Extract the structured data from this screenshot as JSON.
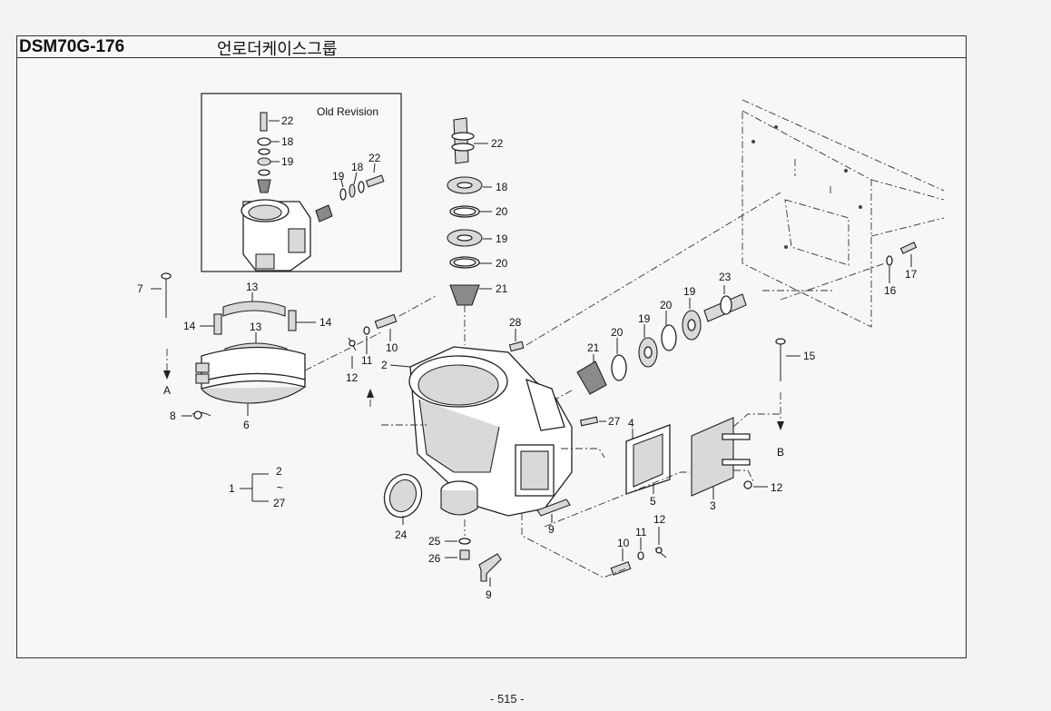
{
  "header": {
    "part_code": "DSM70G-176",
    "group_name": "언로더케이스그룹"
  },
  "inset": {
    "title": "Old Revision",
    "labels": [
      "22",
      "18",
      "19",
      "19",
      "18",
      "22"
    ]
  },
  "callouts": {
    "shaft_stack": [
      "22",
      "18",
      "20",
      "19",
      "20",
      "21"
    ],
    "right_shaft": [
      "23",
      "19",
      "20",
      "19",
      "20",
      "21",
      "28",
      "27"
    ],
    "bracket": [
      "15",
      "B",
      "16",
      "17"
    ],
    "left_bands": [
      "7",
      "13",
      "14",
      "13",
      "14",
      "A",
      "8",
      "6",
      "12",
      "11",
      "10",
      "2"
    ],
    "group_key": {
      "main": "1",
      "from": "2",
      "tilde": "~",
      "to": "27"
    },
    "lower": [
      "4",
      "5",
      "3",
      "12",
      "9",
      "24",
      "25",
      "26",
      "9",
      "10",
      "11",
      "12"
    ]
  },
  "footer": {
    "page_number": "- 515 -"
  }
}
